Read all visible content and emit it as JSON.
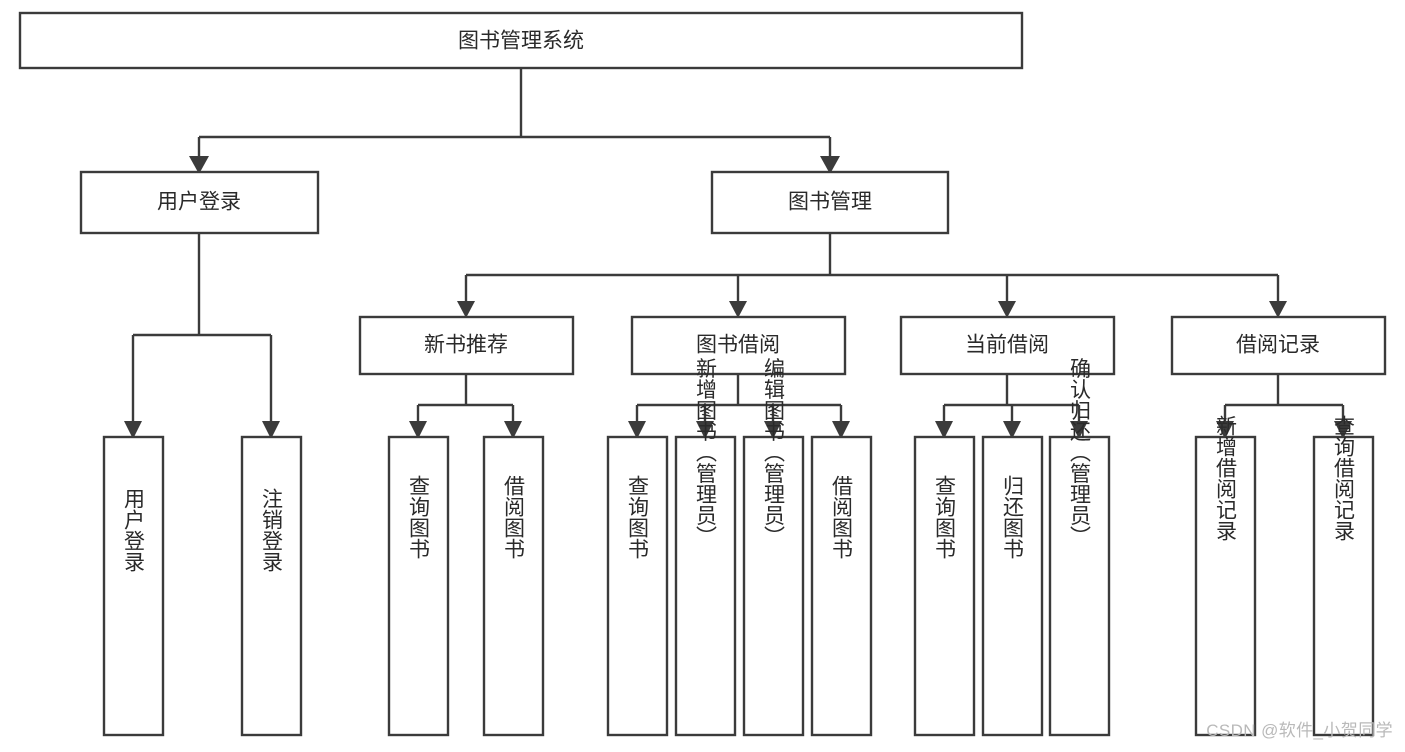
{
  "diagram": {
    "title": "图书管理系统",
    "type": "tree",
    "root": {
      "id": "root",
      "label": "图书管理系统",
      "orientation": "horizontal"
    },
    "level1": [
      {
        "id": "user-login",
        "label": "用户登录",
        "orientation": "horizontal"
      },
      {
        "id": "book-manage",
        "label": "图书管理",
        "orientation": "horizontal"
      }
    ],
    "level2": [
      {
        "id": "new-book-recommend",
        "label": "新书推荐",
        "orientation": "horizontal",
        "parent": "book-manage"
      },
      {
        "id": "book-borrow",
        "label": "图书借阅",
        "orientation": "horizontal",
        "parent": "book-manage"
      },
      {
        "id": "current-borrow",
        "label": "当前借阅",
        "orientation": "horizontal",
        "parent": "book-manage"
      },
      {
        "id": "borrow-record",
        "label": "借阅记录",
        "orientation": "horizontal",
        "parent": "book-manage"
      }
    ],
    "leaves": [
      {
        "id": "leaf-user-login",
        "label": "用户登录",
        "orientation": "vertical",
        "parent": "user-login"
      },
      {
        "id": "leaf-user-logout",
        "label": "注销登录",
        "orientation": "vertical",
        "parent": "user-login"
      },
      {
        "id": "leaf-query-book-1",
        "label": "查询图书",
        "orientation": "vertical",
        "parent": "new-book-recommend"
      },
      {
        "id": "leaf-borrow-book-1",
        "label": "借阅图书",
        "orientation": "vertical",
        "parent": "new-book-recommend"
      },
      {
        "id": "leaf-query-book-2",
        "label": "查询图书",
        "orientation": "vertical",
        "parent": "book-borrow"
      },
      {
        "id": "leaf-add-book",
        "label": "新增图书（管理员）",
        "orientation": "vertical",
        "parent": "book-borrow"
      },
      {
        "id": "leaf-edit-book",
        "label": "编辑图书（管理员）",
        "orientation": "vertical",
        "parent": "book-borrow"
      },
      {
        "id": "leaf-borrow-book-2",
        "label": "借阅图书",
        "orientation": "vertical",
        "parent": "book-borrow"
      },
      {
        "id": "leaf-query-book-3",
        "label": "查询图书",
        "orientation": "vertical",
        "parent": "current-borrow"
      },
      {
        "id": "leaf-return-book",
        "label": "归还图书",
        "orientation": "vertical",
        "parent": "current-borrow"
      },
      {
        "id": "leaf-confirm-return",
        "label": "确认归还（管理员）",
        "orientation": "vertical",
        "parent": "current-borrow"
      },
      {
        "id": "leaf-add-record",
        "label": "新增借阅记录",
        "orientation": "vertical",
        "parent": "borrow-record"
      },
      {
        "id": "leaf-query-record",
        "label": "查询借阅记录",
        "orientation": "vertical",
        "parent": "borrow-record"
      }
    ],
    "colors": {
      "box_stroke": "#3b3b3b",
      "box_fill": "#ffffff",
      "text": "#2a2a2a",
      "background": "#ffffff",
      "watermark": "#b9b9b9"
    }
  },
  "watermark": {
    "text": "CSDN @软件_小贺同学"
  }
}
